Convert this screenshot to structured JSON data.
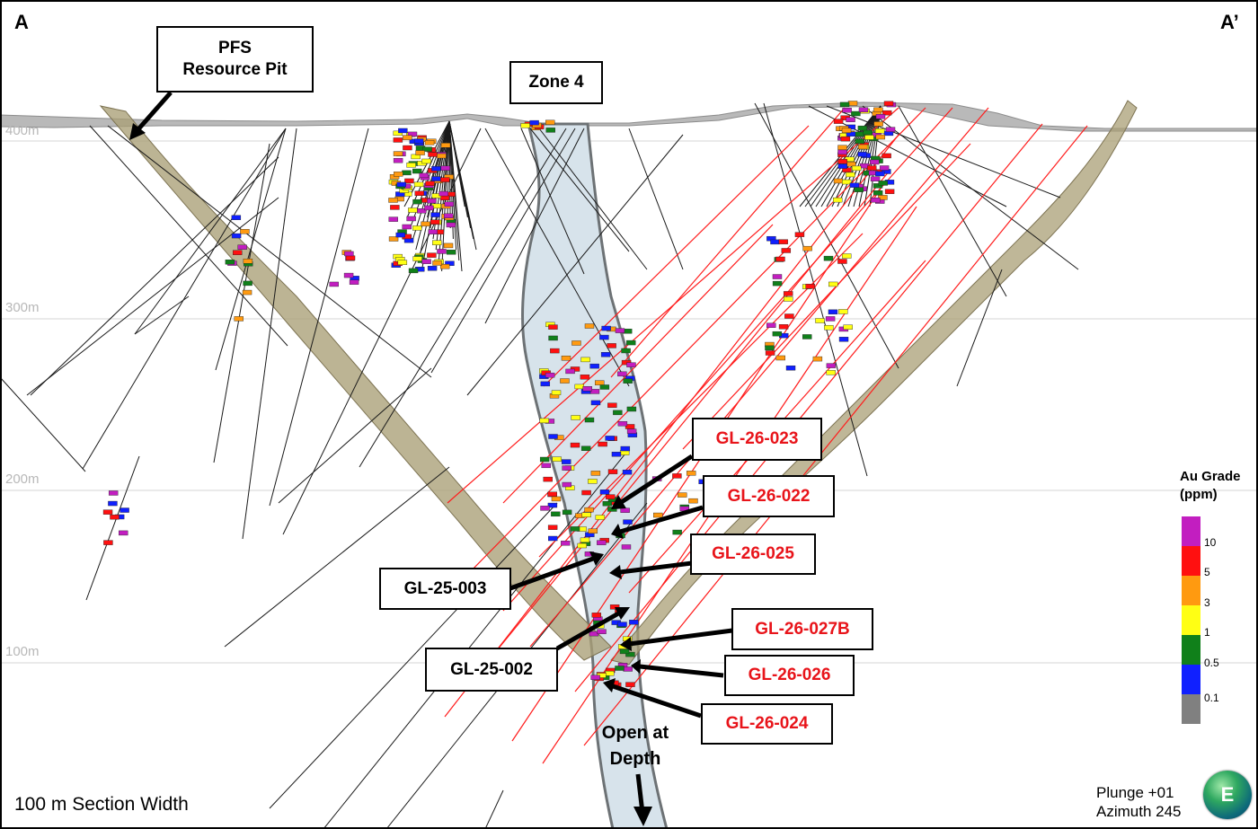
{
  "section": {
    "corner_left": "A",
    "corner_right": "A’",
    "elevations": [
      "400m",
      "300m",
      "200m",
      "100m"
    ],
    "section_width": "100 m Section Width",
    "plunge": "Plunge +01",
    "azimuth": "Azimuth 245",
    "logo_letter": "E"
  },
  "callouts": {
    "pfs_pit": [
      "PFS",
      "Resource Pit"
    ],
    "zone4": "Zone 4",
    "open_at_depth": [
      "Open at",
      "Depth"
    ]
  },
  "holes_new": [
    "GL-26-023",
    "GL-26-022",
    "GL-26-025",
    "GL-26-027B",
    "GL-26-026",
    "GL-26-024"
  ],
  "holes_previous": [
    "GL-25-003",
    "GL-25-002"
  ],
  "legend": {
    "title": [
      "Au Grade",
      "(ppm)"
    ],
    "labels": [
      "10",
      "5",
      "3",
      "1",
      "0.5",
      "0.1"
    ],
    "colors": [
      "#c21ec0",
      "#ff1010",
      "#ff9a10",
      "#ffff14",
      "#10801a",
      "#1020ff",
      "#808080"
    ]
  },
  "colors": {
    "new_hole": "#ff1c1c",
    "old_hole": "#1a1a1a",
    "label_red": "#e8141a",
    "ore_zone": "#d7e3eb",
    "fault": "#9e9467"
  }
}
